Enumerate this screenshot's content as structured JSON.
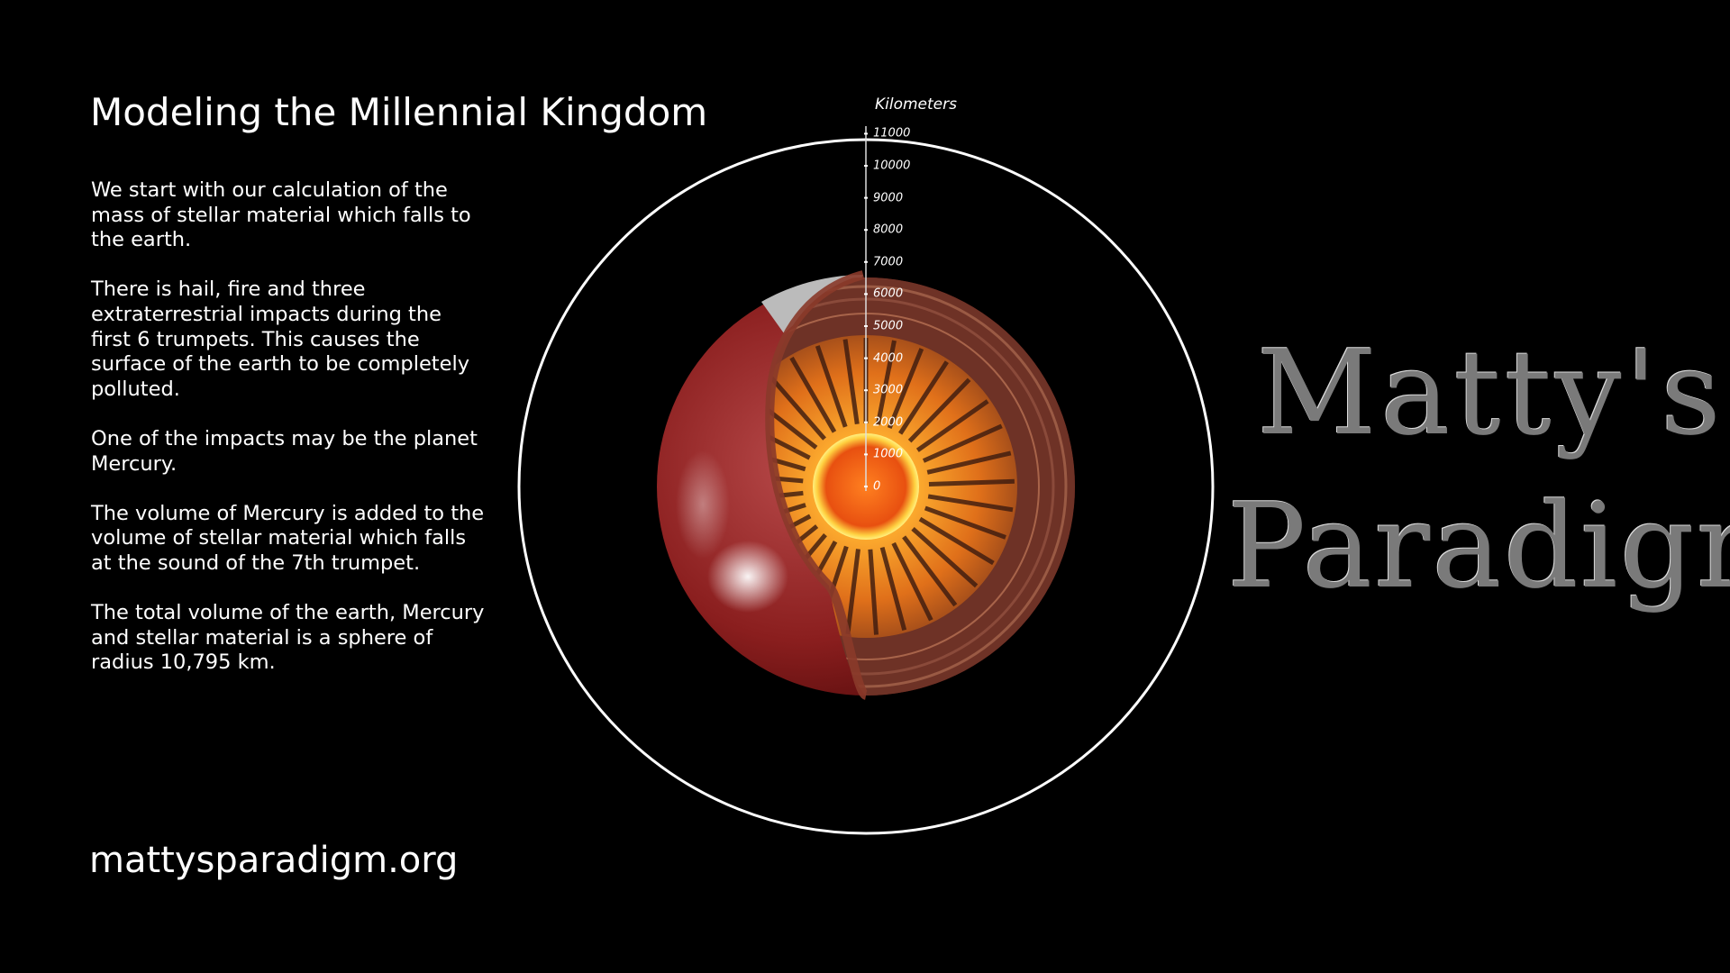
{
  "title": "Modeling the Millennial Kingdom",
  "paragraphs": [
    "We start with our calculation of the mass of stellar material which falls to the earth.",
    "There is hail, fire and three extraterrestrial impacts during the first 6 trumpets. This causes the surface of the earth to be completely polluted.",
    "One of the impacts may be the planet Mercury.",
    "The volume of Mercury is added to the volume of stellar material which falls at the sound of the 7th trumpet.",
    "The total volume of the earth, Mercury and stellar material is a sphere of radius 10,795 km."
  ],
  "website": "mattysparadigm.org",
  "scale": {
    "label": "Kilometers",
    "ticks": [
      "11000",
      "10000",
      "9000",
      "8000",
      "7000",
      "6000",
      "5000",
      "4000",
      "3000",
      "2000",
      "1000",
      "0"
    ],
    "outer_radius_km": 10795,
    "earth_radius_km": 6371
  },
  "logo": {
    "line1": "Matty's",
    "line2": "Paradigm"
  },
  "colors": {
    "background": "#000000",
    "text": "#ffffff",
    "logo": "#7a7a7a",
    "mantle": "#e07a1a",
    "crust": "#7a3a2a"
  }
}
